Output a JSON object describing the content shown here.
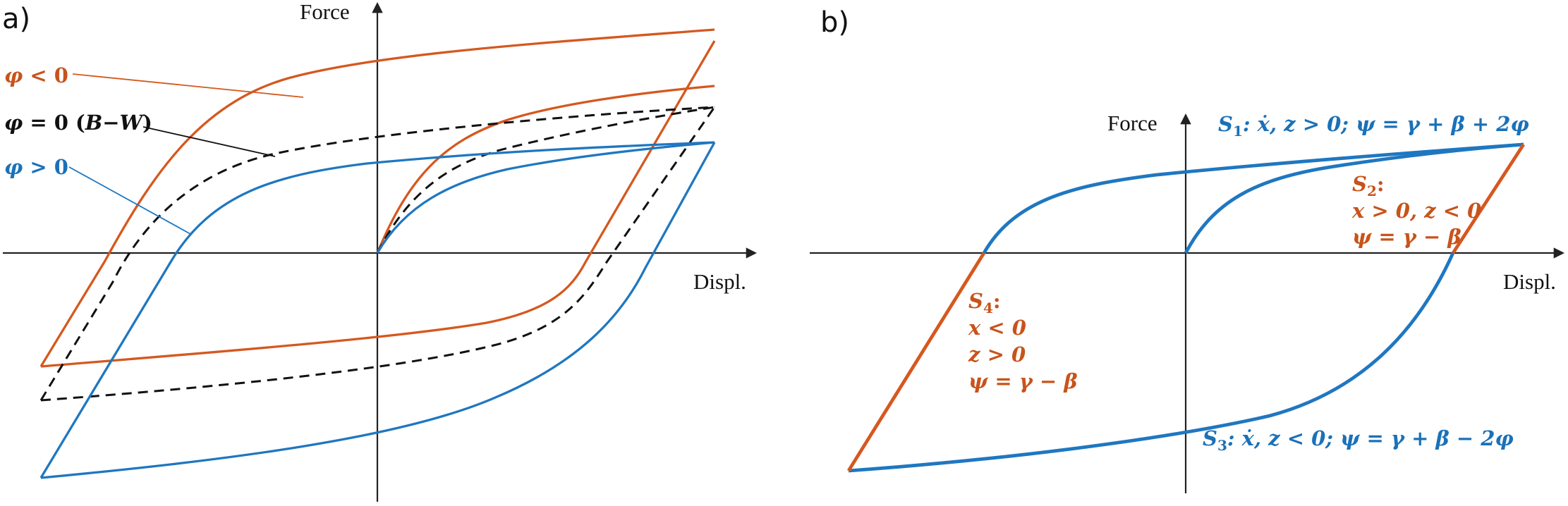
{
  "colors": {
    "orange": "#d5581f",
    "blue": "#1f77c0",
    "black": "#111111",
    "axis": "#222222"
  },
  "panel_a": {
    "label": "a)",
    "y_axis_title": "Force",
    "x_axis_title": "Displ.",
    "labels": {
      "phi_neg": {
        "sym": "φ",
        "rel": " < 0"
      },
      "phi_zero": {
        "sym": "φ",
        "rel": " = 0 (",
        "bw": "B−W",
        "close": ")"
      },
      "phi_pos": {
        "sym": "φ",
        "rel": " > 0"
      }
    }
  },
  "panel_b": {
    "label": "b)",
    "y_axis_title": "Force",
    "x_axis_title": "Displ.",
    "s1": {
      "name": "S",
      "sub": "1",
      "text": ": ẋ, z > 0;  ψ = γ + β + 2φ"
    },
    "s2": {
      "name": "S",
      "sub": "2",
      "colon": ":",
      "line2": "x > 0, z < 0",
      "line3": "ψ = γ − β"
    },
    "s3": {
      "name": "S",
      "sub": "3",
      "text": ": ẋ, z < 0;  ψ = γ + β − 2φ"
    },
    "s4": {
      "name": "S",
      "sub": "4",
      "colon": ":",
      "line2": "x < 0",
      "line3": "z > 0",
      "line4": "ψ = γ − β"
    }
  }
}
